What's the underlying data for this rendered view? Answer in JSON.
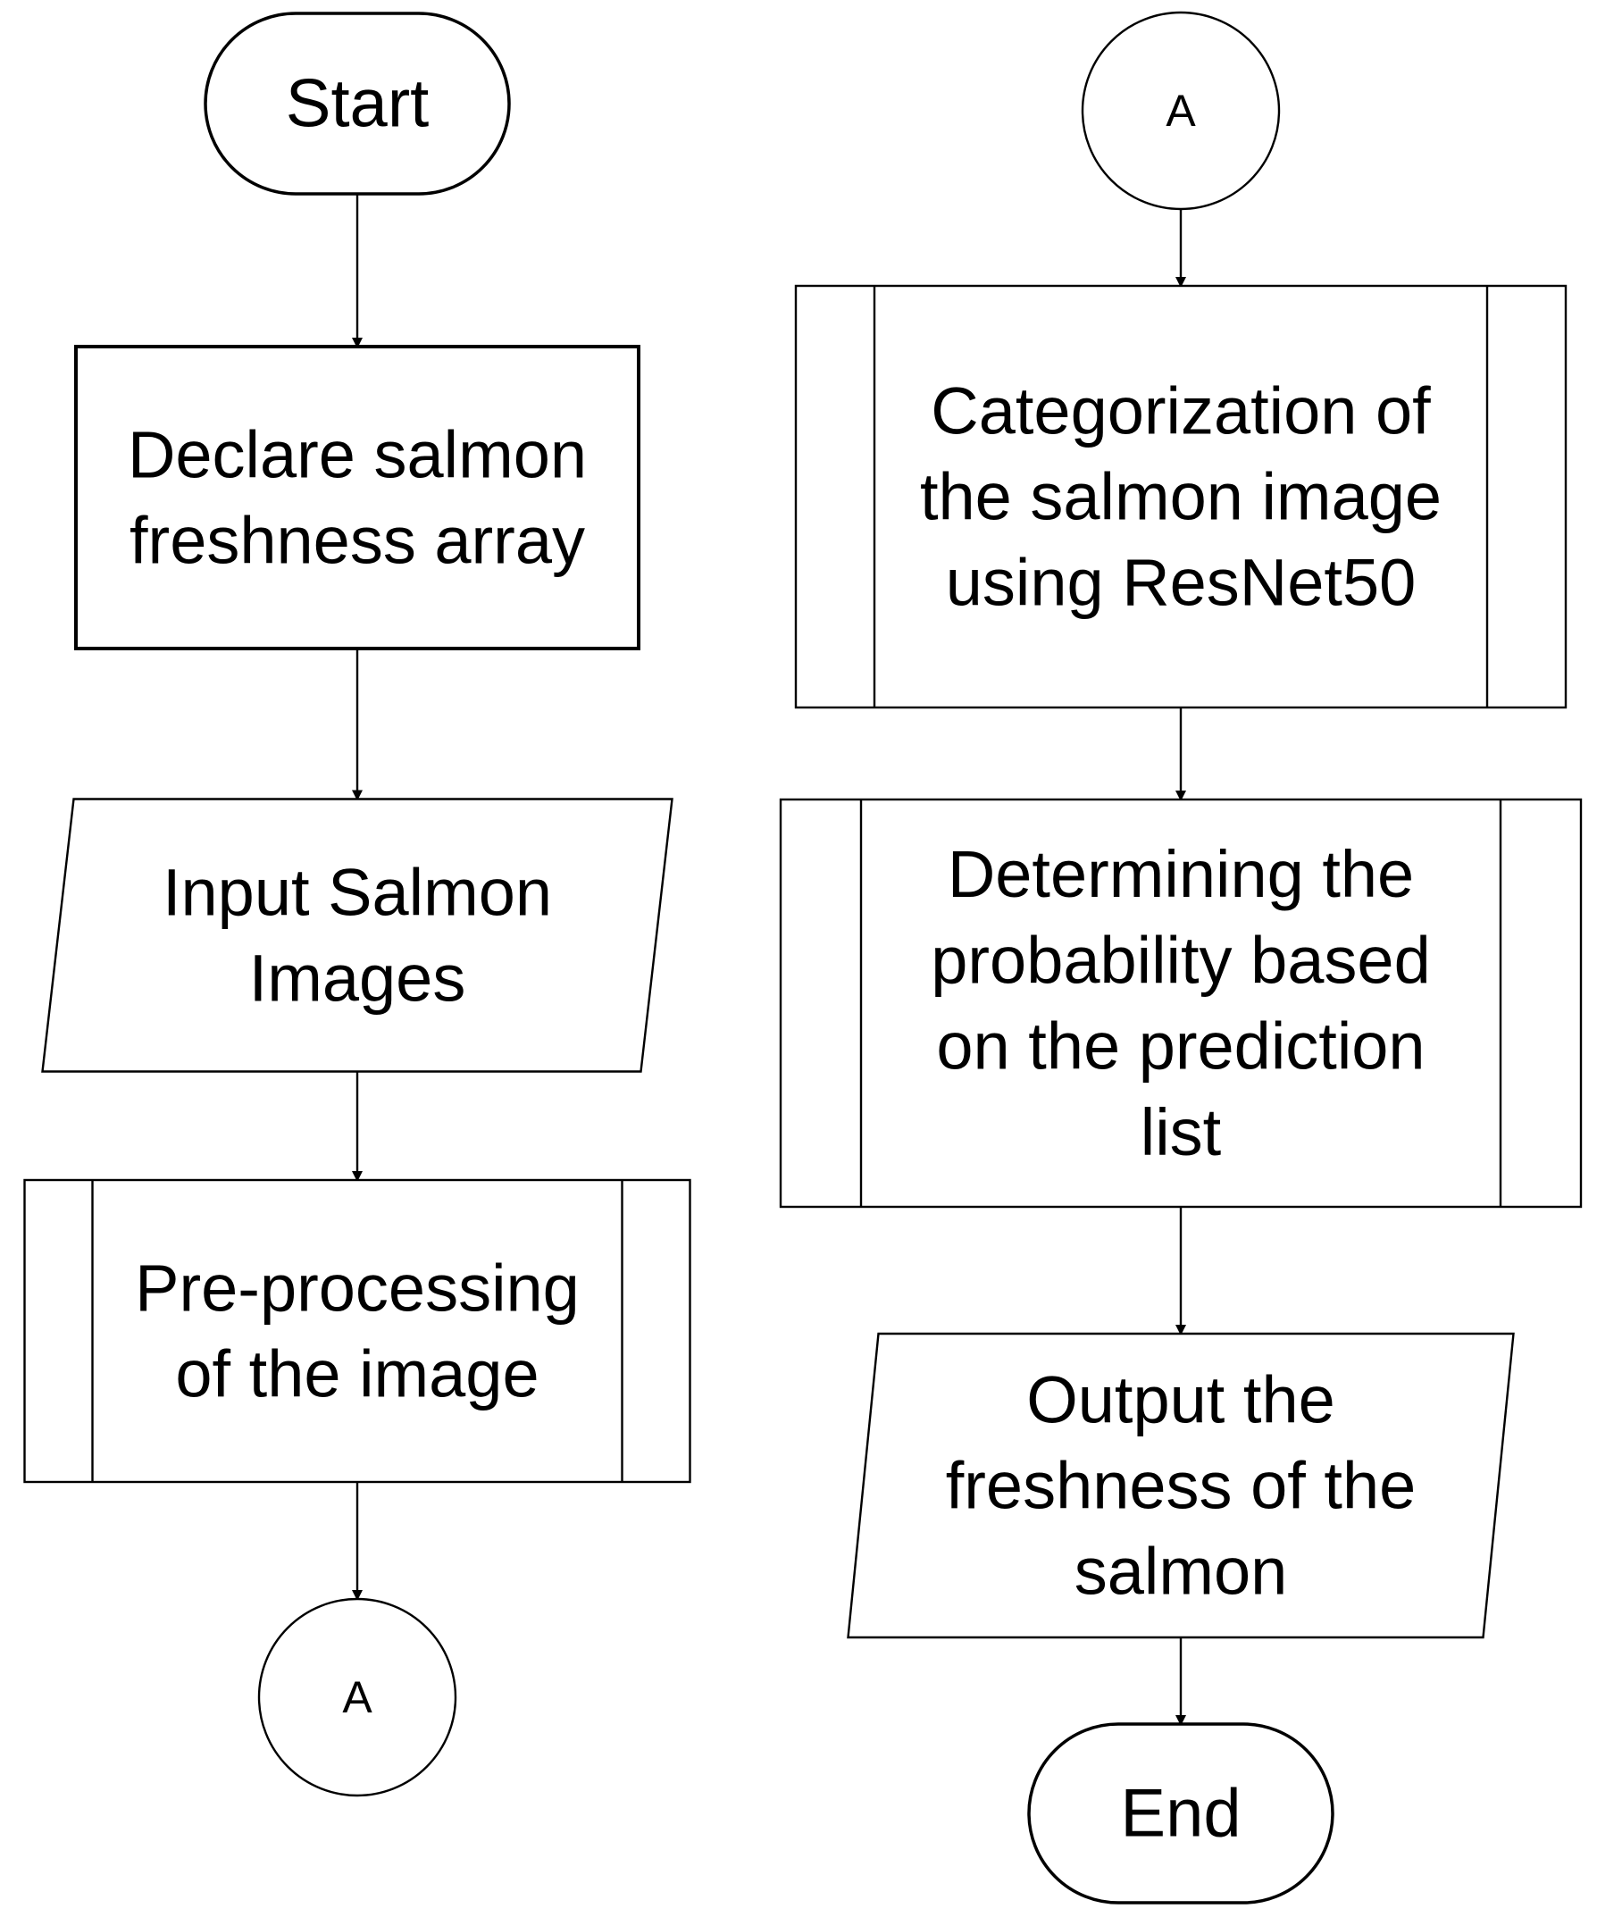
{
  "nodes": [
    {
      "id": "start",
      "shape": "terminal",
      "lines": [
        "Start"
      ]
    },
    {
      "id": "declare",
      "shape": "process",
      "lines": [
        "Declare salmon",
        "freshness array"
      ]
    },
    {
      "id": "input",
      "shape": "io",
      "lines": [
        "Input Salmon",
        "Images"
      ]
    },
    {
      "id": "preprocess",
      "shape": "subprocess",
      "lines": [
        "Pre-processing",
        "of the image"
      ]
    },
    {
      "id": "connector-out",
      "shape": "connector",
      "lines": [
        "A"
      ]
    },
    {
      "id": "connector-in",
      "shape": "connector",
      "lines": [
        "A"
      ]
    },
    {
      "id": "categorize",
      "shape": "subprocess",
      "lines": [
        "Categorization of",
        "the salmon image",
        "using ResNet50"
      ]
    },
    {
      "id": "probability",
      "shape": "subprocess",
      "lines": [
        "Determining the",
        "probability based",
        "on the prediction",
        "list"
      ]
    },
    {
      "id": "output",
      "shape": "io",
      "lines": [
        "Output the",
        "freshness of the",
        "salmon"
      ]
    },
    {
      "id": "end",
      "shape": "terminal",
      "lines": [
        "End"
      ]
    }
  ],
  "edges": [
    {
      "from": "start",
      "to": "declare"
    },
    {
      "from": "declare",
      "to": "input"
    },
    {
      "from": "input",
      "to": "preprocess"
    },
    {
      "from": "preprocess",
      "to": "connector-out"
    },
    {
      "from": "connector-in",
      "to": "categorize"
    },
    {
      "from": "categorize",
      "to": "probability"
    },
    {
      "from": "probability",
      "to": "output"
    },
    {
      "from": "output",
      "to": "end"
    }
  ]
}
